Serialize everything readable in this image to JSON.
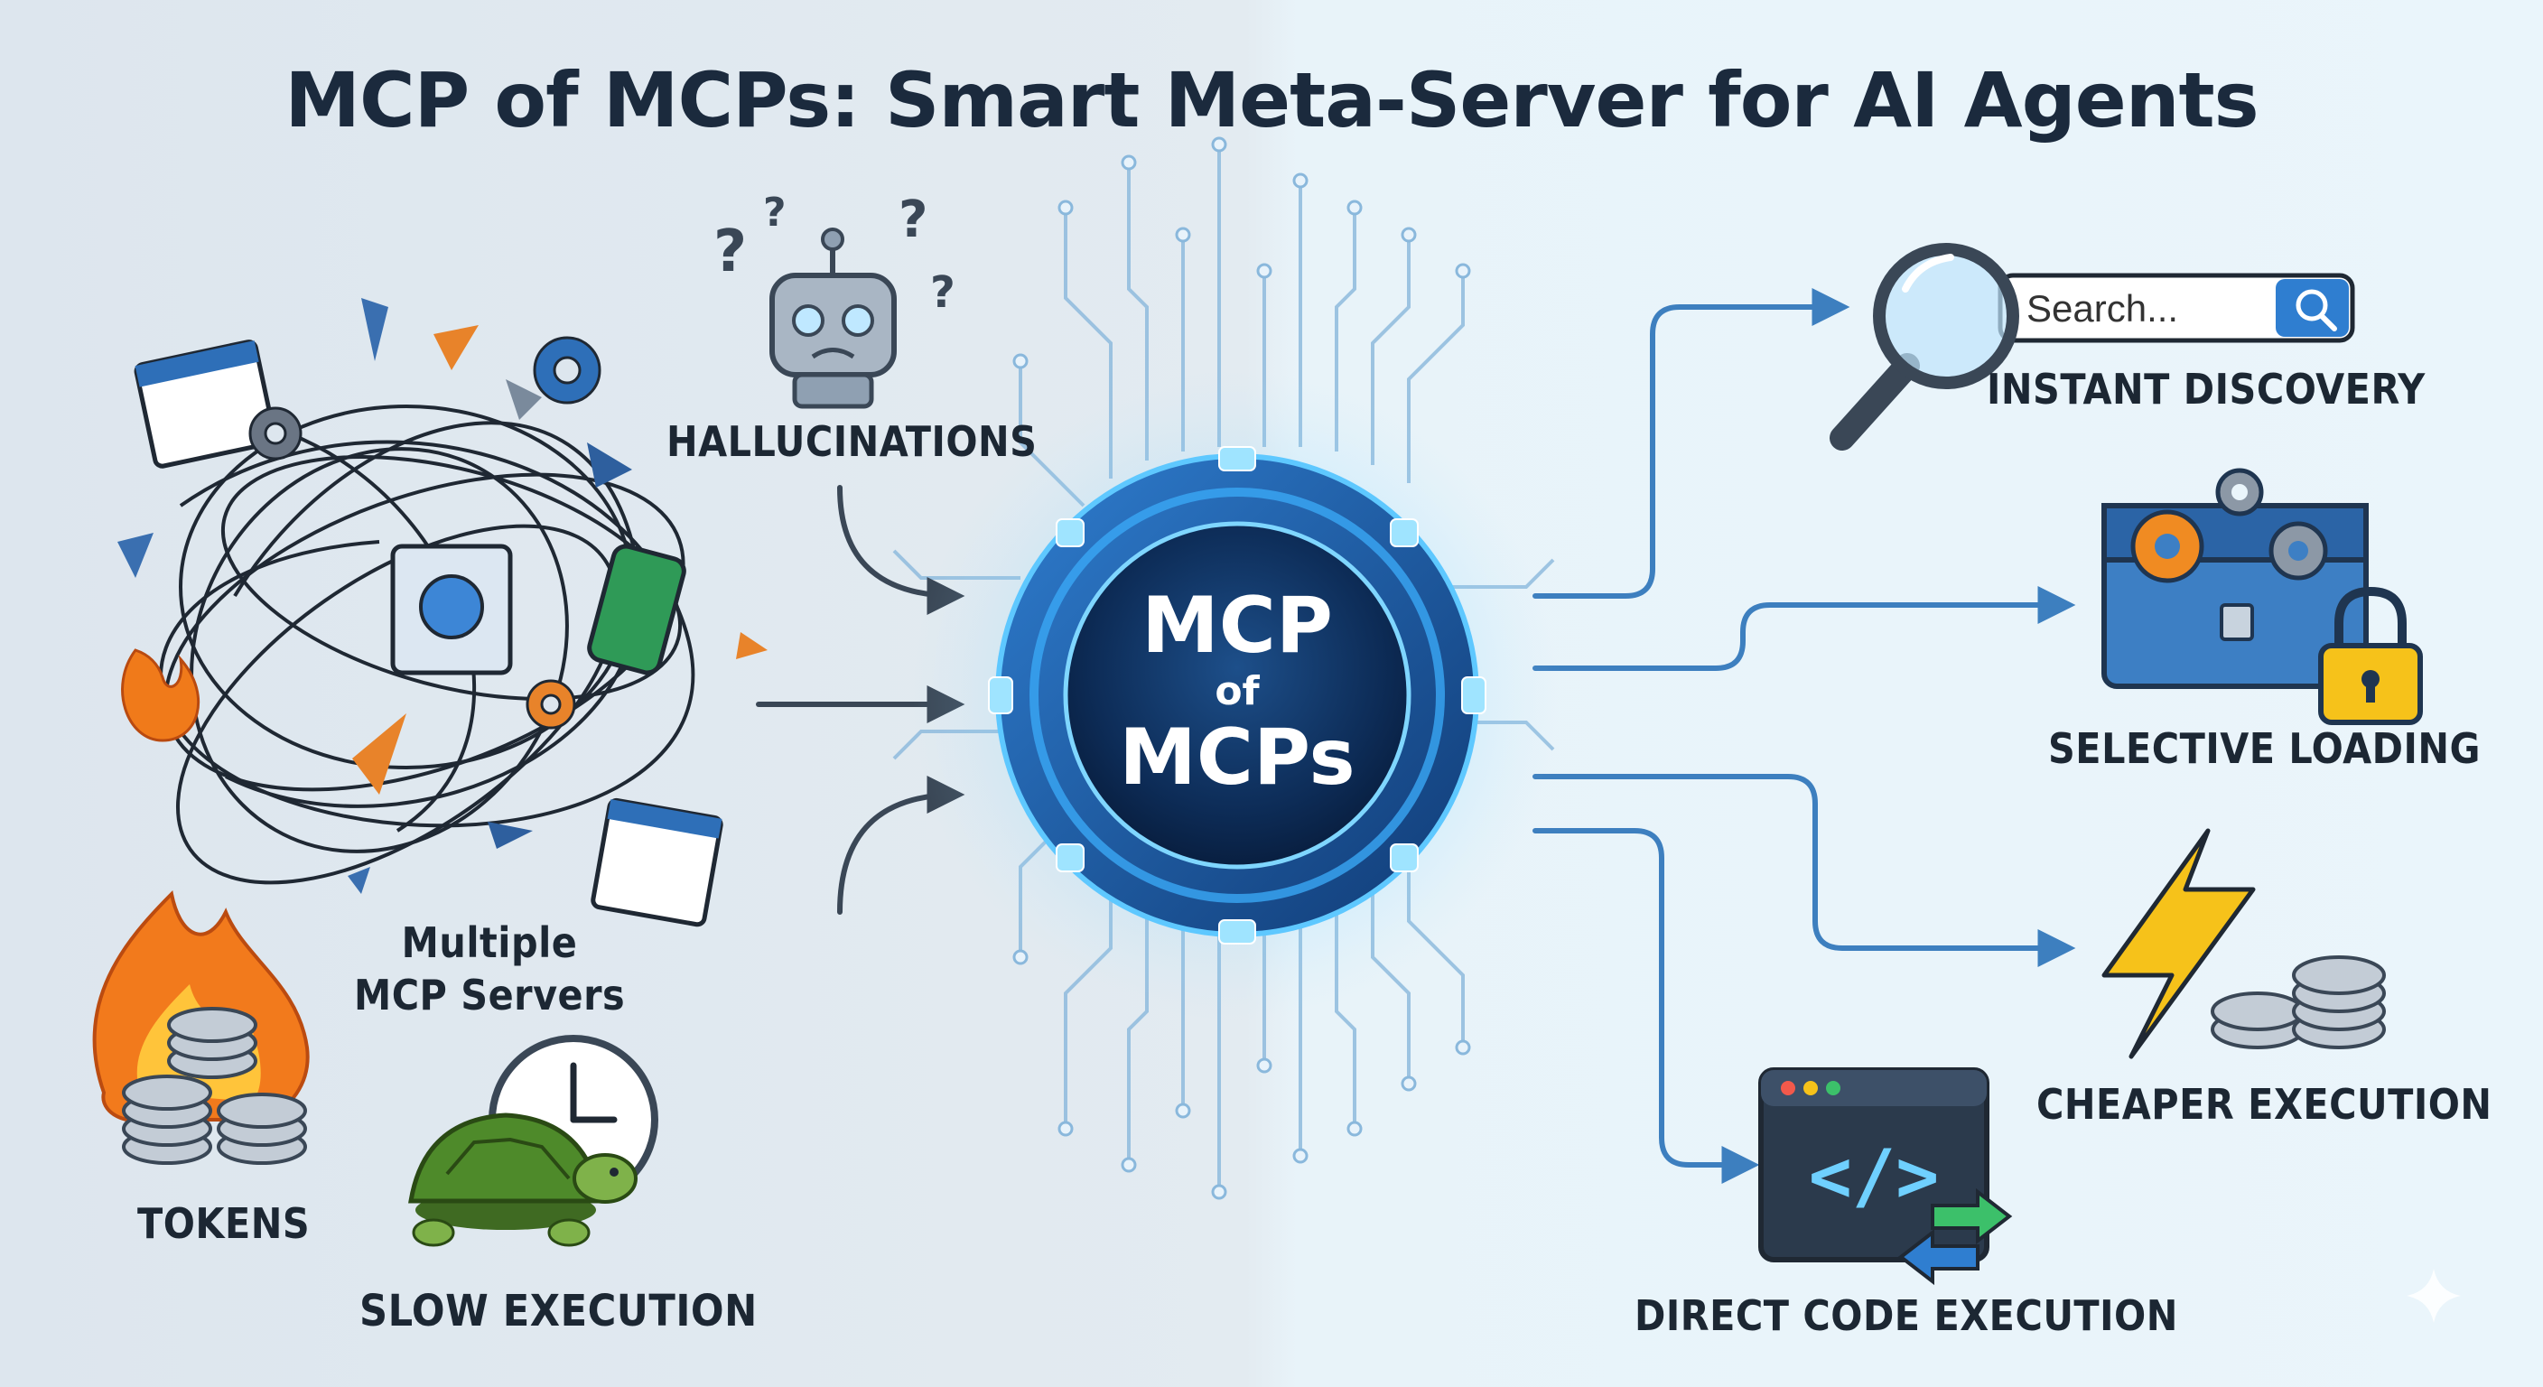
{
  "title": "MCP of MCPs: Smart Meta-Server for AI Agents",
  "center": {
    "line1": "MCP",
    "line2": "of",
    "line3": "MCPs"
  },
  "problems": {
    "hallucinations": "HALLUCINATIONS",
    "multiple_servers_line1": "Multiple",
    "multiple_servers_line2": "MCP Servers",
    "tokens": "TOKENS",
    "slow_execution": "SLOW EXECUTION"
  },
  "benefits": {
    "search_placeholder": "Search...",
    "instant_discovery": "INSTANT DISCOVERY",
    "selective_loading": "SELECTIVE LOADING",
    "cheaper_execution": "CHEAPER EXECUTION",
    "direct_code_execution": "DIRECT CODE EXECUTION"
  },
  "code_glyph": "</>",
  "colors": {
    "accent_blue": "#1f8fe0",
    "core_dark": "#0c2a52",
    "arrow_left": "#3a4756",
    "arrow_right": "#3d7fbf",
    "fire": "#f07a1a",
    "bolt": "#f6c21a",
    "turtle": "#4e8a2a"
  }
}
